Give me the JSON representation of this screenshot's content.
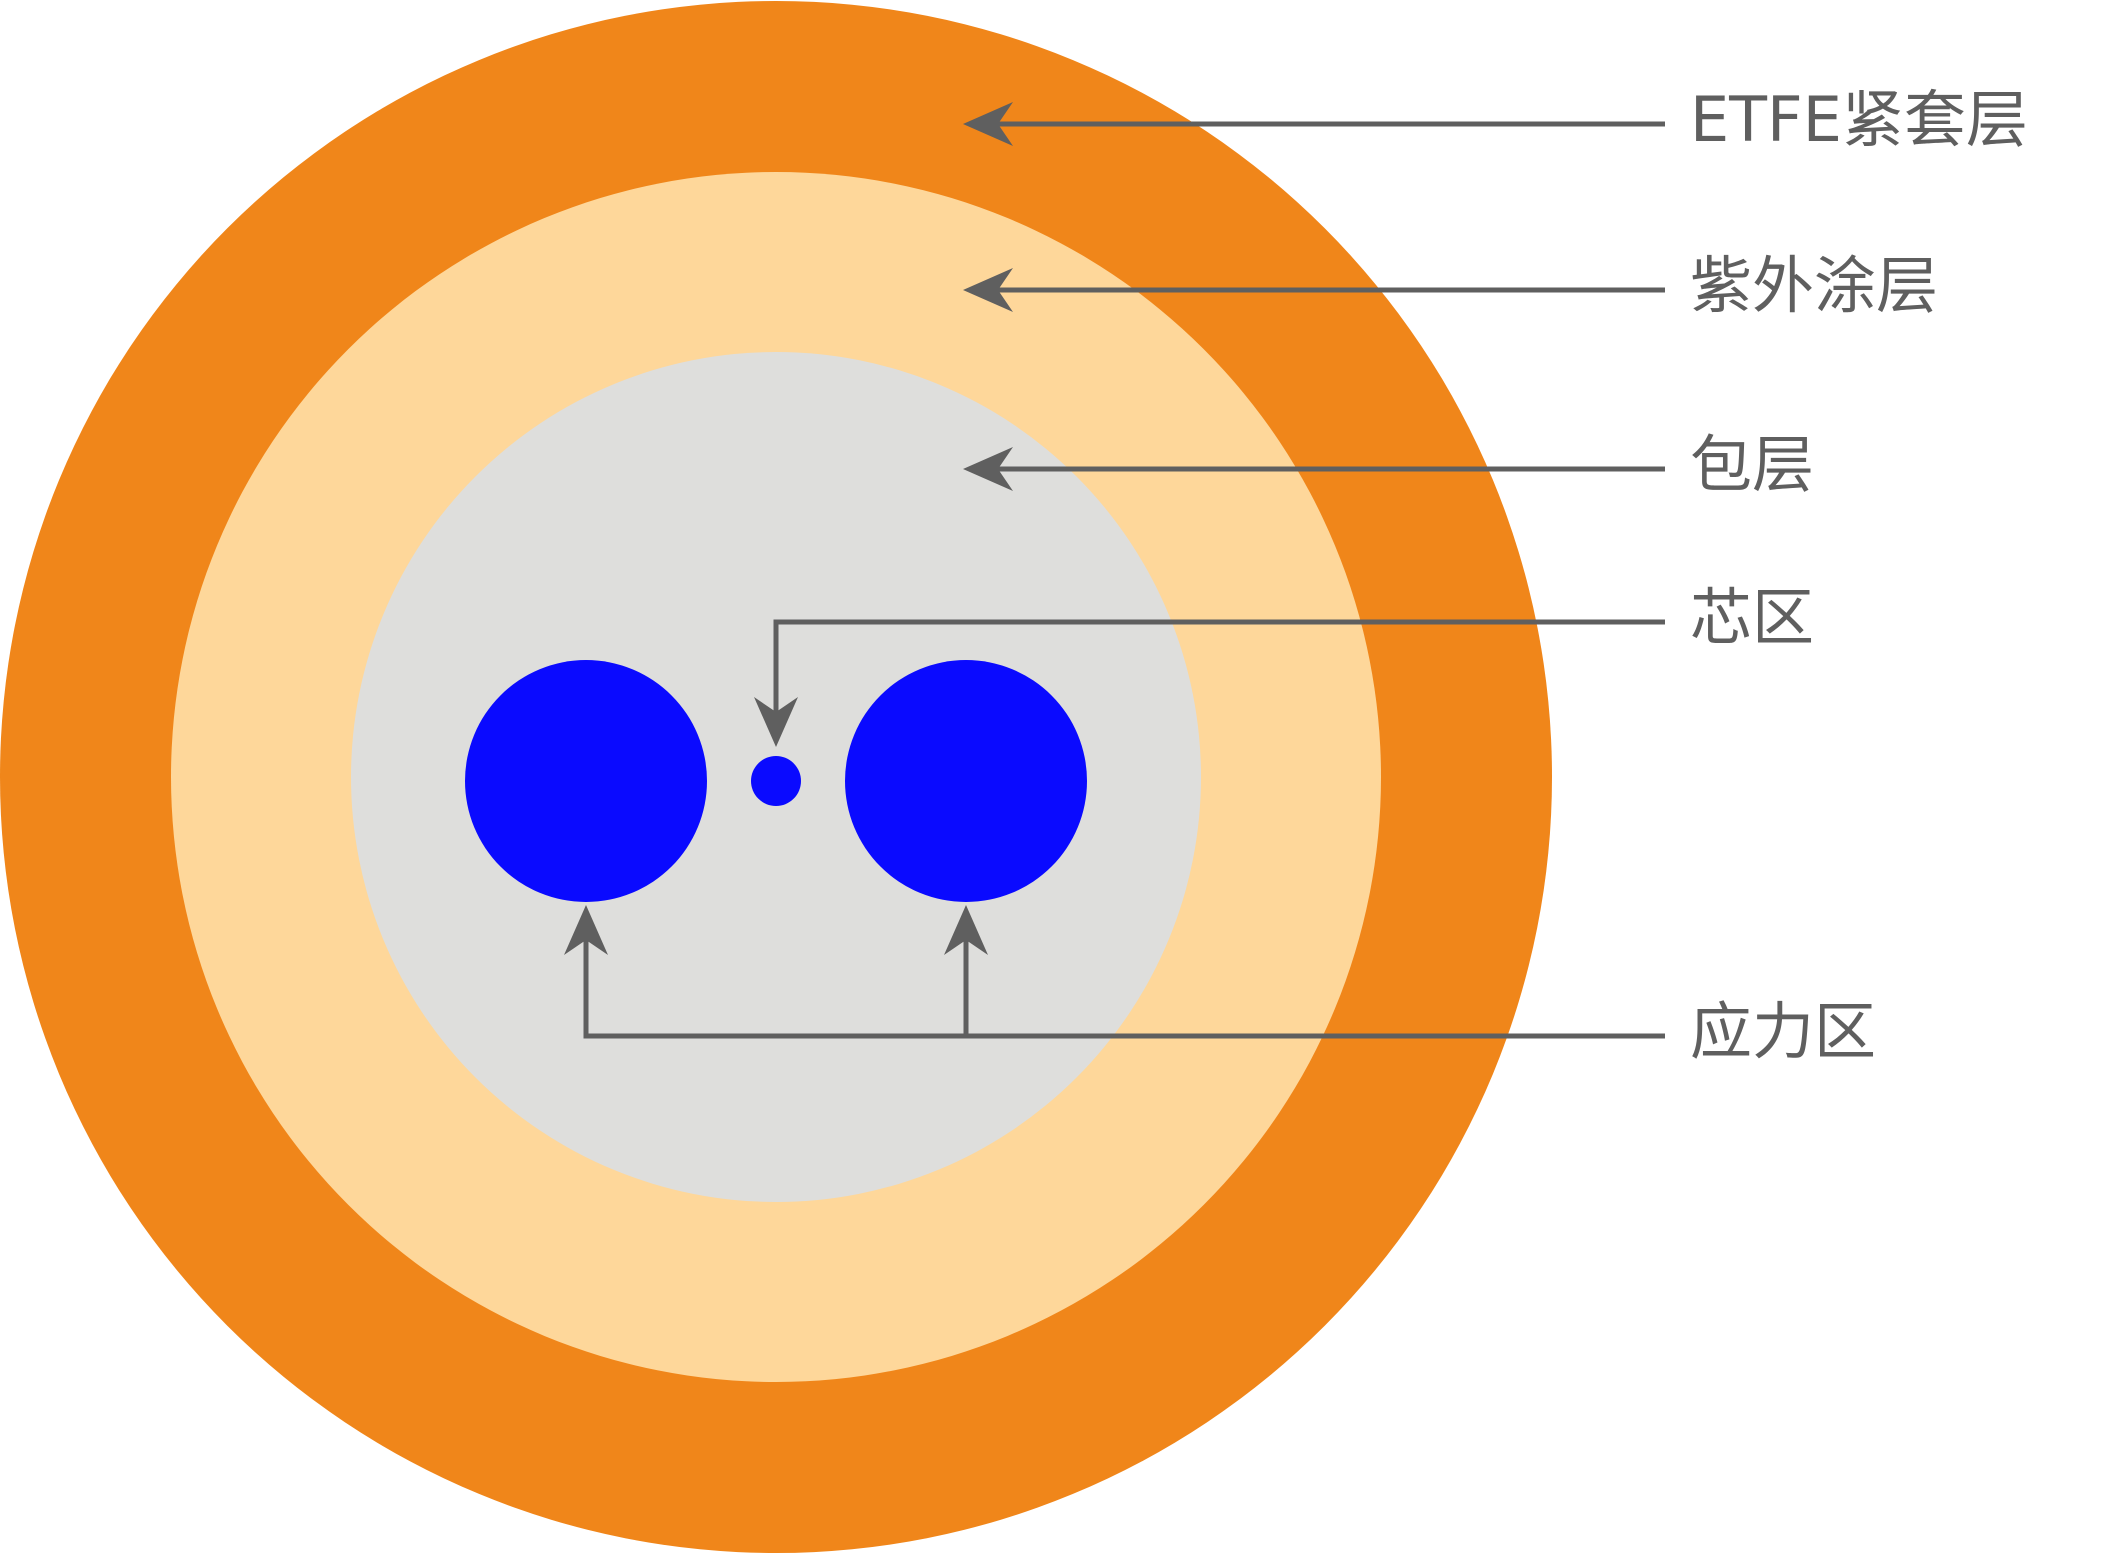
{
  "colors": {
    "etfe_jacket": "#f0861a",
    "uv_coating": "#fed79a",
    "cladding": "#dededc",
    "core": "#0a0aff",
    "stress_rods": "#0a0aff",
    "leader_lines": "#5f5f5f",
    "background": "#ffffff"
  },
  "labels": {
    "etfe_jacket": "ETFE紧套层",
    "uv_coating": "紫外涂层",
    "cladding": "包层",
    "core": "芯区",
    "stress_zone": "应力区"
  }
}
